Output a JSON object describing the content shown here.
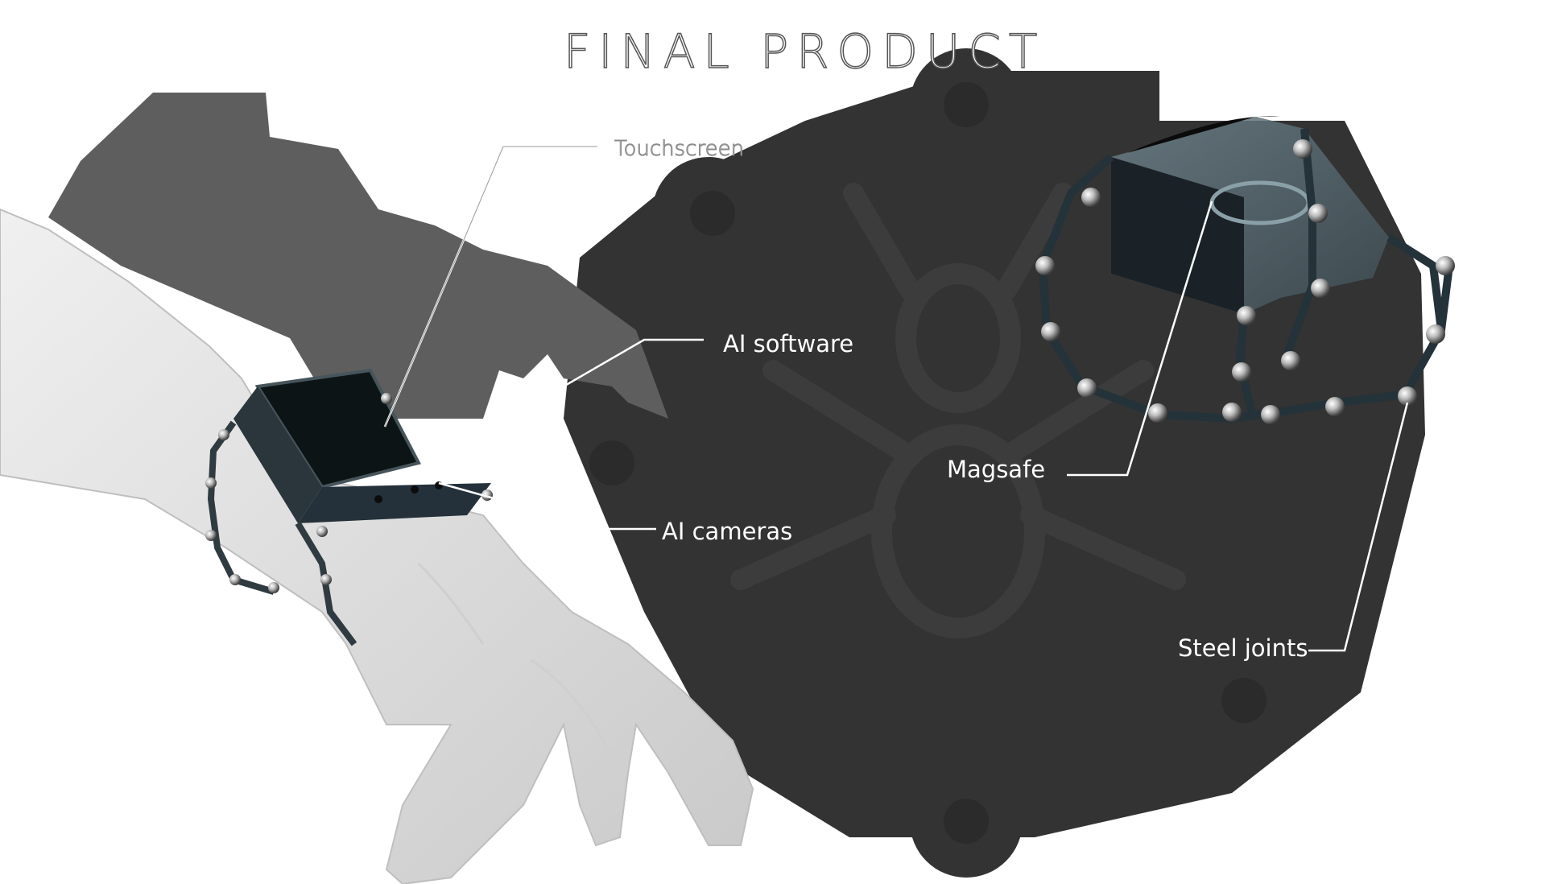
{
  "title": "FINAL PRODUCT",
  "callouts": {
    "touchscreen": "Touchscreen",
    "ai_software": "AI software",
    "ai_cameras": "AI cameras",
    "magsafe": "Magsafe",
    "steel_joints": "Steel joints"
  },
  "colors": {
    "background": "#ffffff",
    "badge": "#333333",
    "badge_motif": "#3a3a3a",
    "shadow": "#5e5e5e",
    "skin": "#e6e6e6",
    "band": "#1c2a30",
    "joint": "#b8b8b8"
  }
}
